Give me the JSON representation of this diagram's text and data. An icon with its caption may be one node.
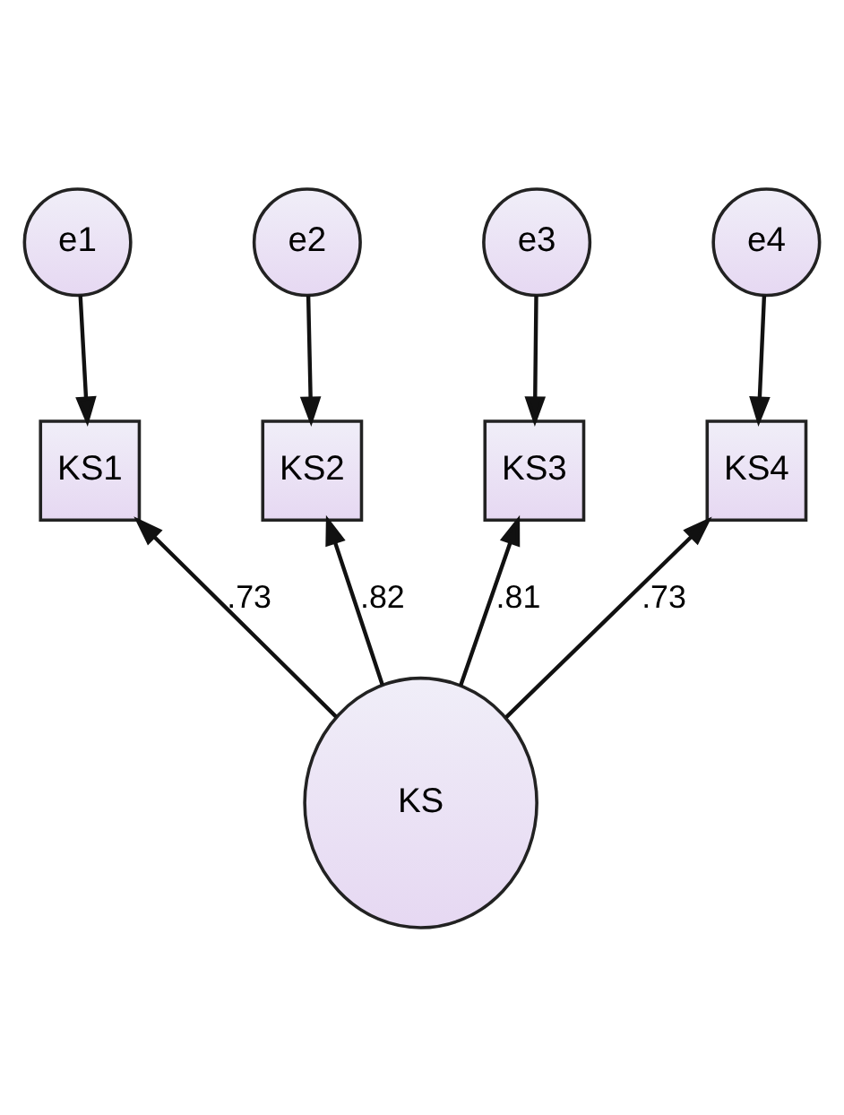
{
  "diagram": {
    "nodes": [
      {
        "text": [
          "e1"
        ]
      },
      {
        "text": [
          "e2"
        ]
      },
      {
        "text": [
          "e3"
        ]
      },
      {
        "text": [
          "e4"
        ]
      },
      {
        "text": [
          "KS1"
        ]
      },
      {
        "text": [
          "KS2"
        ]
      },
      {
        "text": [
          "KS3"
        ]
      },
      {
        "text": [
          "KS4"
        ]
      },
      {
        "text": [
          "KS"
        ]
      }
    ],
    "edges": [
      {
        "from": 0,
        "to": 4,
        "arrow": "to"
      },
      {
        "from": 1,
        "to": 5,
        "arrow": "to"
      },
      {
        "from": 2,
        "to": 6,
        "arrow": "to"
      },
      {
        "from": 3,
        "to": 7,
        "arrow": "to"
      },
      {
        "from": 8,
        "to": 4,
        "arrow": "to",
        "label": ".73"
      },
      {
        "from": 8,
        "to": 5,
        "arrow": "to",
        "label": ".82"
      },
      {
        "from": 8,
        "to": 6,
        "arrow": "to",
        "label": ".81"
      },
      {
        "from": 8,
        "to": 7,
        "arrow": "to",
        "label": ".73"
      }
    ]
  }
}
